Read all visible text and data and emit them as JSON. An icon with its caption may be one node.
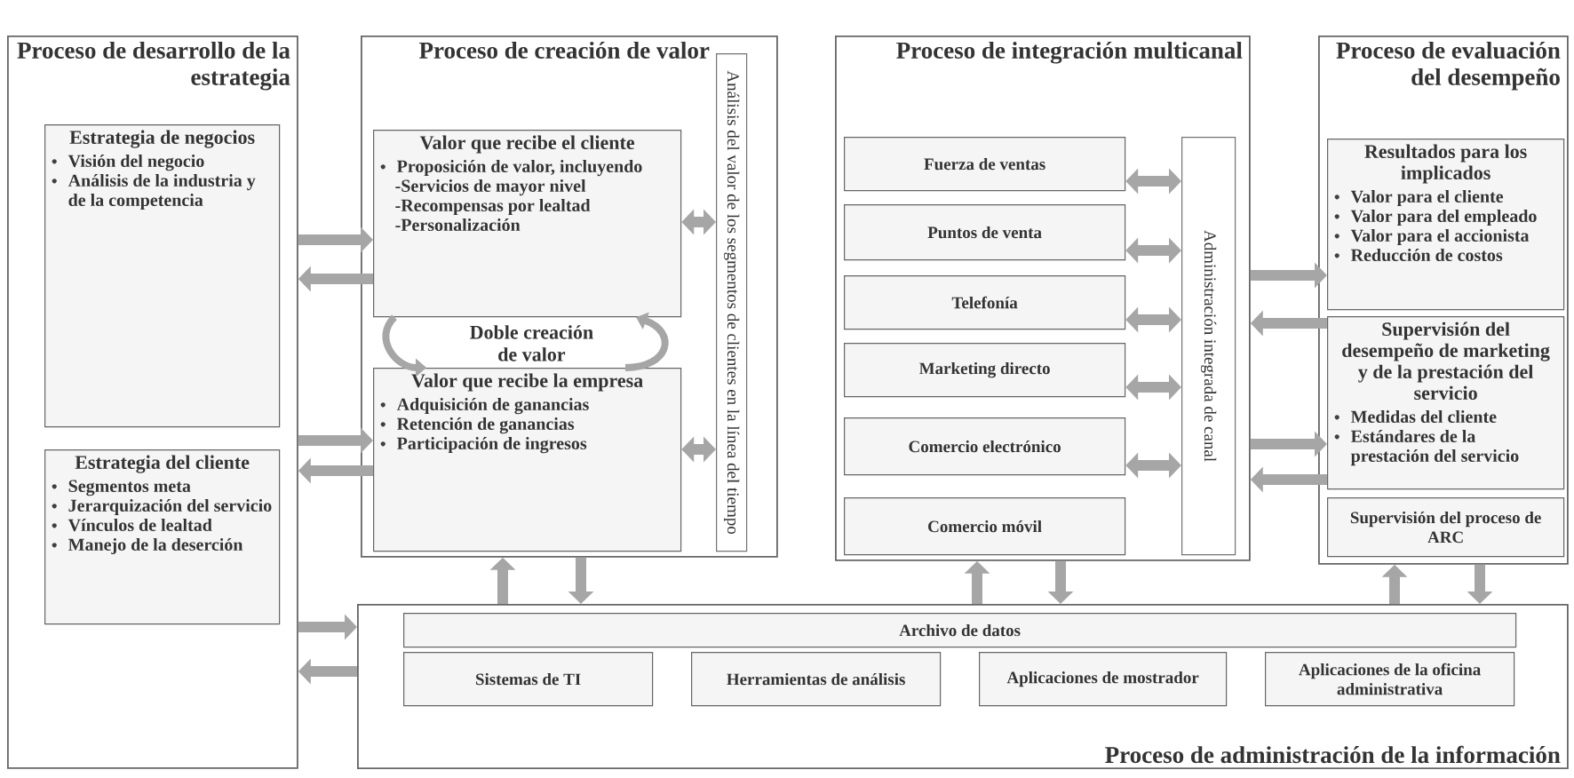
{
  "diagram": {
    "nodes": [
      {
        "text": [
          "Proceso de desarrollo de la estrategia"
        ]
      },
      {
        "text": [
          "Estrategia de negocios",
          "Visión del negocio",
          "Análisis de la industria y de la competencia"
        ],
        "in": 0
      },
      {
        "text": [
          "Estrategia del cliente",
          "Segmentos meta",
          "Jerarquización del servicio",
          "Vínculos de lealtad",
          "Manejo de la deserción"
        ],
        "in": 0
      },
      {
        "text": [
          "Proceso de creación de valor"
        ]
      },
      {
        "text": [
          "Valor que recibe el cliente",
          "Proposición de valor, incluyendo",
          "-Servicios de mayor nivel",
          "-Recompensas por lealtad",
          "-Personalización"
        ],
        "in": 3
      },
      {
        "text": [
          "Doble creación de valor"
        ],
        "in": 3
      },
      {
        "text": [
          "Valor que recibe la empresa",
          "Adquisición de ganancias",
          "Retención de ganancias",
          "Participación de ingresos"
        ],
        "in": 3
      },
      {
        "text": [
          "Análisis del valor de los segmentos de clientes en la línea del tiempo"
        ],
        "in": 3
      },
      {
        "text": [
          "Proceso de integración multicanal"
        ]
      },
      {
        "text": [
          "Fuerza de ventas"
        ],
        "in": 8
      },
      {
        "text": [
          "Puntos de venta"
        ],
        "in": 8
      },
      {
        "text": [
          "Telefonía"
        ],
        "in": 8
      },
      {
        "text": [
          "Marketing directo"
        ],
        "in": 8
      },
      {
        "text": [
          "Comercio electrónico"
        ],
        "in": 8
      },
      {
        "text": [
          "Comercio móvil"
        ],
        "in": 8
      },
      {
        "text": [
          "Administración integrada de canal"
        ],
        "in": 8
      },
      {
        "text": [
          "Proceso de evaluación del desempeño"
        ]
      },
      {
        "text": [
          "Resultados para los implicados",
          "Valor para el cliente",
          "Valor para del empleado",
          "Valor para el accionista",
          "Reducción de costos"
        ],
        "in": 16
      },
      {
        "text": [
          "Supervisión del desempeño de marketing y de la prestación del servicio",
          "Medidas del cliente",
          "Estándares de la prestación del servicio"
        ],
        "in": 16
      },
      {
        "text": [
          "Supervisión del proceso de ARC"
        ],
        "in": 16
      },
      {
        "text": [
          "Proceso de administración de la información"
        ]
      },
      {
        "text": [
          "Archivo de datos"
        ],
        "in": 20
      },
      {
        "text": [
          "Sistemas de TI"
        ],
        "in": 20
      },
      {
        "text": [
          "Herramientas de análisis"
        ],
        "in": 20
      },
      {
        "text": [
          "Aplicaciones de mostrador"
        ],
        "in": 20
      },
      {
        "text": [
          "Aplicaciones de la oficina administrativa"
        ],
        "in": 20
      }
    ],
    "edges": [
      {
        "from": 0,
        "to": 4,
        "arrow": "to"
      },
      {
        "from": 4,
        "to": 0,
        "arrow": "to"
      },
      {
        "from": 0,
        "to": 6,
        "arrow": "to"
      },
      {
        "from": 6,
        "to": 0,
        "arrow": "to"
      },
      {
        "from": 0,
        "to": 20,
        "arrow": "to"
      },
      {
        "from": 20,
        "to": 0,
        "arrow": "to"
      },
      {
        "from": 4,
        "to": 7,
        "arrow": "both"
      },
      {
        "from": 6,
        "to": 7,
        "arrow": "both"
      },
      {
        "from": 4,
        "to": 6,
        "arrow": "to"
      },
      {
        "from": 6,
        "to": 4,
        "arrow": "to"
      },
      {
        "from": 20,
        "to": 3,
        "arrow": "to"
      },
      {
        "from": 3,
        "to": 20,
        "arrow": "to"
      },
      {
        "from": 9,
        "to": 15,
        "arrow": "both"
      },
      {
        "from": 10,
        "to": 15,
        "arrow": "both"
      },
      {
        "from": 11,
        "to": 15,
        "arrow": "both"
      },
      {
        "from": 12,
        "to": 15,
        "arrow": "both"
      },
      {
        "from": 13,
        "to": 15,
        "arrow": "both"
      },
      {
        "from": 8,
        "to": 17,
        "arrow": "to"
      },
      {
        "from": 18,
        "to": 8,
        "arrow": "to"
      },
      {
        "from": 8,
        "to": 18,
        "arrow": "to"
      },
      {
        "from": 18,
        "to": 8,
        "arrow": "to"
      },
      {
        "from": 20,
        "to": 8,
        "arrow": "to"
      },
      {
        "from": 8,
        "to": 20,
        "arrow": "to"
      },
      {
        "from": 20,
        "to": 16,
        "arrow": "to"
      },
      {
        "from": 16,
        "to": 20,
        "arrow": "to"
      }
    ]
  }
}
